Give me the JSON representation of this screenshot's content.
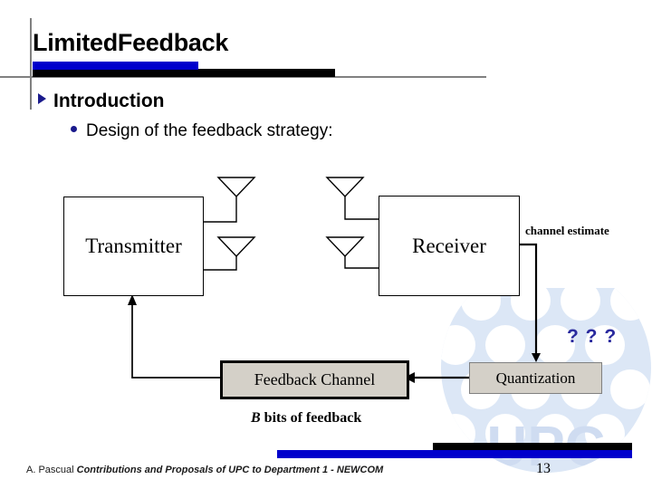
{
  "slide": {
    "title": "LimitedFeedback",
    "page_number": "13"
  },
  "bullets": {
    "level1": "Introduction",
    "level2": "Design of the feedback strategy:"
  },
  "diagram": {
    "blocks": [
      {
        "id": "transmitter",
        "label": "Transmitter"
      },
      {
        "id": "receiver",
        "label": "Receiver"
      },
      {
        "id": "feedback",
        "label": "Feedback Channel"
      },
      {
        "id": "quantization",
        "label": "Quantization"
      }
    ],
    "labels": {
      "channel_estimate": "channel estimate",
      "b_bits_italic": "B",
      "b_bits_rest": " bits of feedback",
      "question_marks": "? ? ?"
    },
    "antennas": {
      "transmitter_count": 2,
      "receiver_count": 2
    }
  },
  "footer": {
    "author": "A. Pascual ",
    "document": "Contributions and Proposals of UPC to Department 1  - NEWCOM"
  },
  "colors": {
    "accent_blue": "#0000cc",
    "bullet_navy": "#1a1a8c",
    "question_navy": "#2a2a9e",
    "rule_grey": "#808080",
    "block_fill_grey": "#d4d0c8",
    "watermark_blue": "#dce6f5"
  }
}
